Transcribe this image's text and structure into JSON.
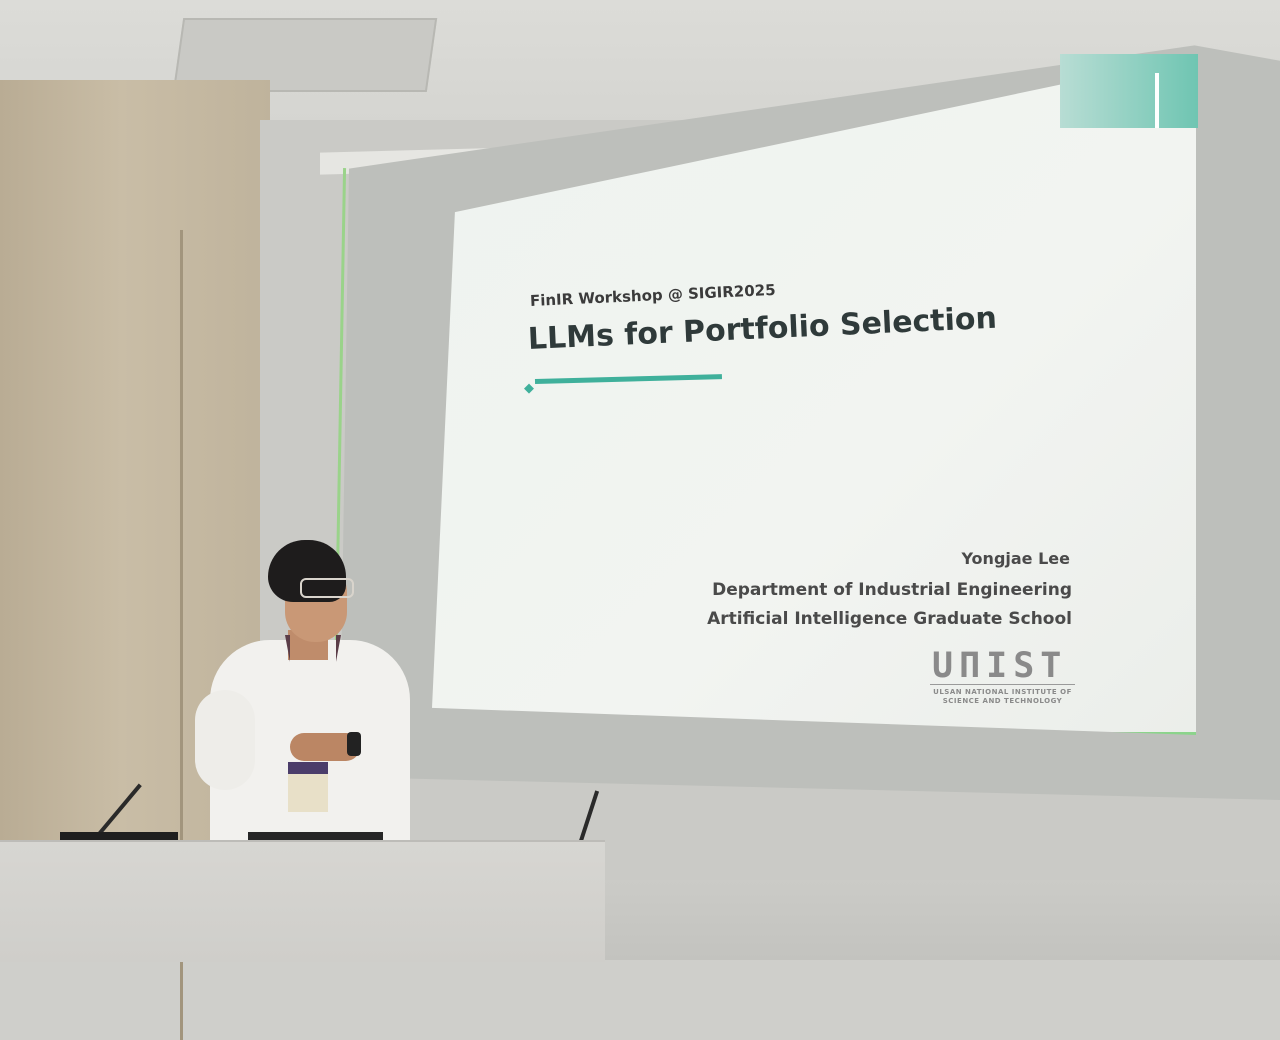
{
  "slide": {
    "workshop": "FinIR Workshop @ SIGIR2025",
    "title": "LLMs for Portfolio Selection",
    "author": "Yongjae Lee",
    "department": "Department of Industrial Engineering",
    "school": "Artificial Intelligence Graduate School",
    "logo": {
      "mark": "UNIST",
      "subtitle_line1": "ULSAN NATIONAL INSTITUTE OF",
      "subtitle_line2": "SCIENCE AND TECHNOLOGY"
    },
    "accent_color": "#3fb09b"
  }
}
